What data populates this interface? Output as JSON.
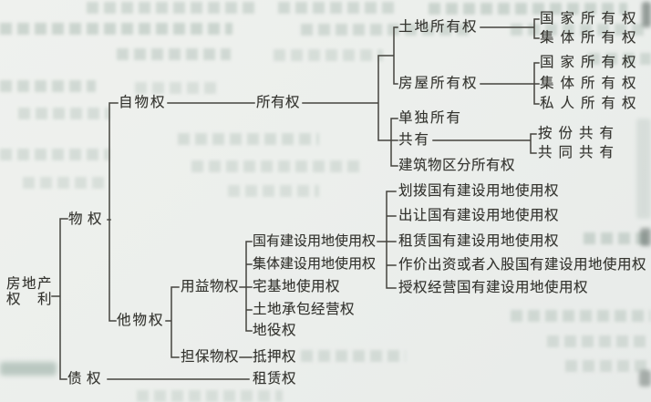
{
  "document": {
    "kind": "scanned book page with tree diagram",
    "language": "zh-CN"
  },
  "colors": {
    "paper": "#ecefec",
    "ink": "#34342f",
    "connector_line": "#45443e",
    "bleedthrough": "#9db0a6"
  },
  "diagram": {
    "type": "tree",
    "direction": "left-to-right",
    "root": {
      "label": "房地产权利",
      "children": [
        {
          "label": "物权",
          "children": [
            {
              "label": "自物权",
              "children": [
                {
                  "label": "所有权",
                  "children": [
                    {
                      "label": "土地所有权",
                      "children": [
                        {
                          "label": "国家所有权"
                        },
                        {
                          "label": "集体所有权"
                        }
                      ]
                    },
                    {
                      "label": "房屋所有权",
                      "children": [
                        {
                          "label": "国家所有权"
                        },
                        {
                          "label": "集体所有权"
                        },
                        {
                          "label": "私人所有权"
                        }
                      ]
                    },
                    {
                      "label": "单独所有"
                    },
                    {
                      "label": "共有",
                      "children": [
                        {
                          "label": "按份共有"
                        },
                        {
                          "label": "共同共有"
                        }
                      ]
                    },
                    {
                      "label": "建筑物区分所有权"
                    }
                  ]
                }
              ]
            },
            {
              "label": "他物权",
              "children": [
                {
                  "label": "用益物权",
                  "children": [
                    {
                      "label": "国有建设用地使用权",
                      "children": [
                        {
                          "label": "划拨国有建设用地使用权"
                        },
                        {
                          "label": "出让国有建设用地使用权"
                        },
                        {
                          "label": "租赁国有建设用地使用权"
                        },
                        {
                          "label": "作价出资或者入股国有建设用地使用权"
                        },
                        {
                          "label": "授权经营国有建设用地使用权"
                        }
                      ]
                    },
                    {
                      "label": "集体建设用地使用权"
                    },
                    {
                      "label": "宅基地使用权"
                    },
                    {
                      "label": "土地承包经营权"
                    },
                    {
                      "label": "地役权"
                    }
                  ]
                },
                {
                  "label": "担保物权",
                  "children": [
                    {
                      "label": "抵押权"
                    }
                  ]
                }
              ]
            }
          ]
        },
        {
          "label": "债权",
          "children": [
            {
              "label": "租赁权"
            }
          ]
        }
      ]
    }
  }
}
